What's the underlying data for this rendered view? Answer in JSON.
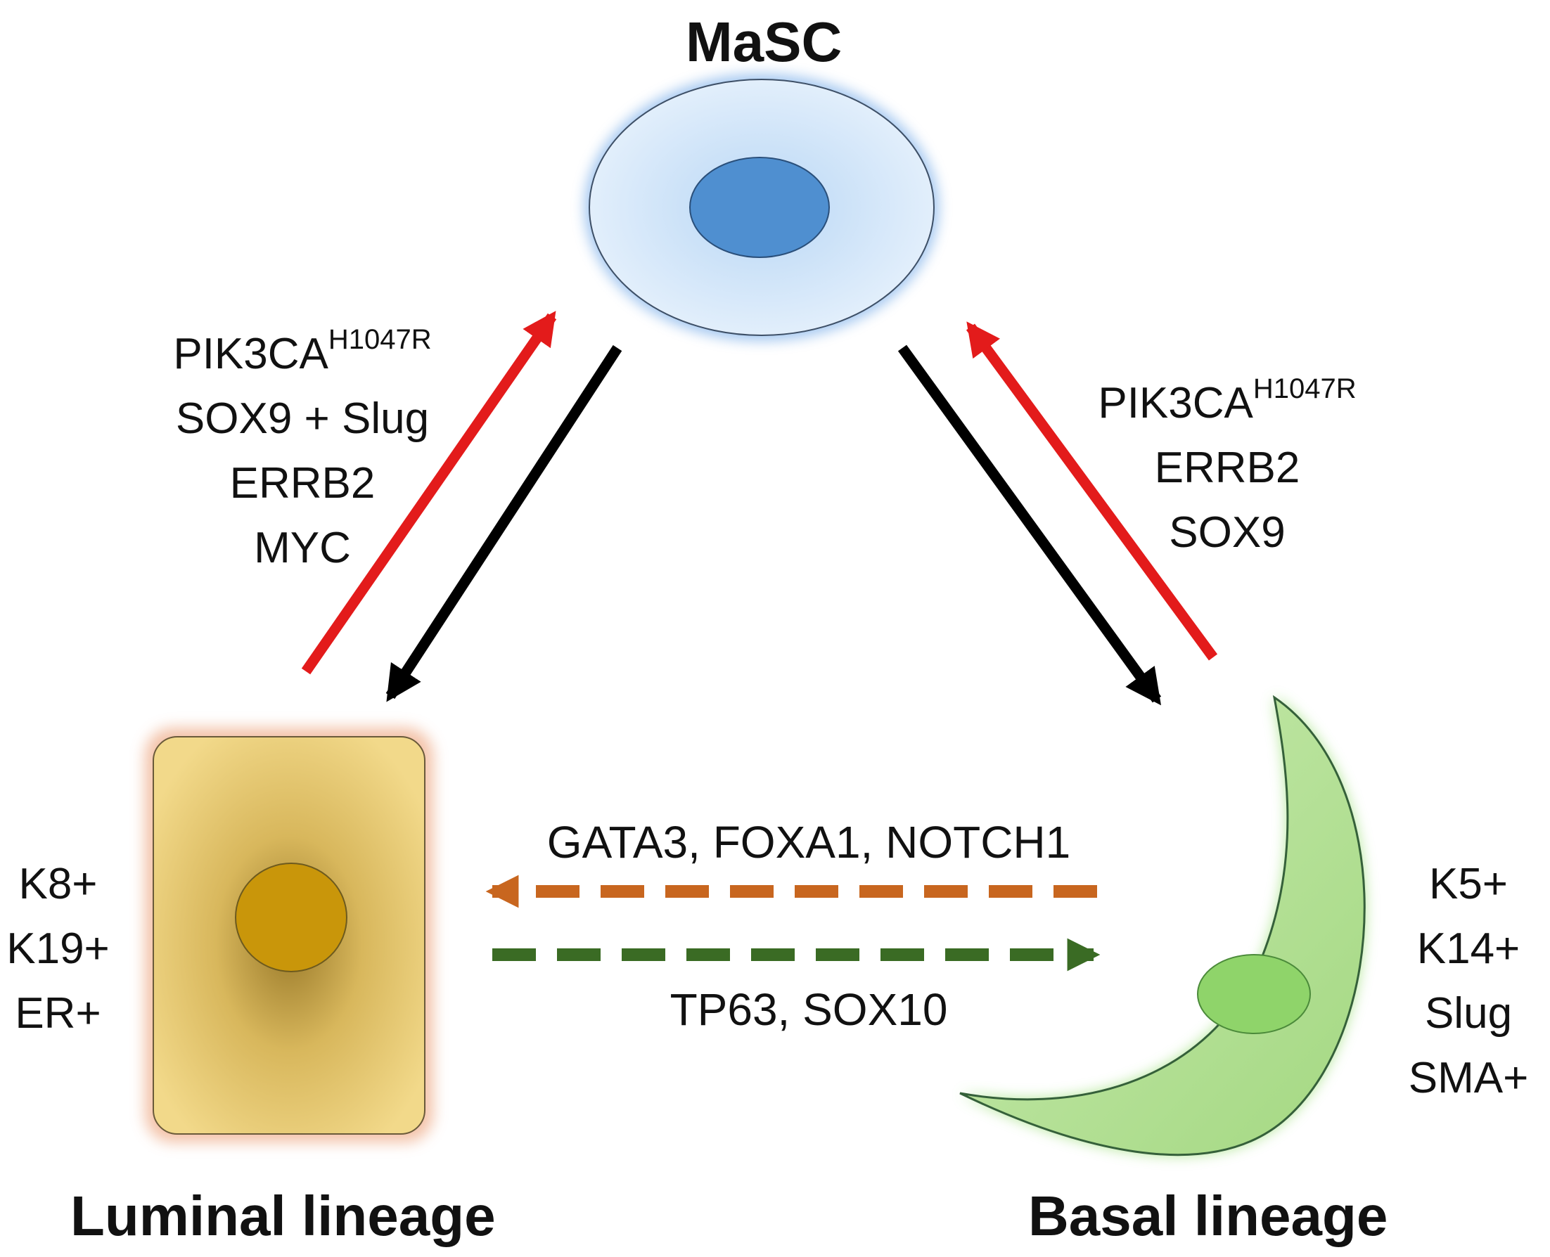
{
  "nodes": {
    "masc": {
      "title": "MaSC"
    },
    "luminal": {
      "title": "Luminal lineage",
      "markers": [
        "K8+",
        "K19+",
        "ER+"
      ]
    },
    "basal": {
      "title": "Basal lineage",
      "markers": [
        "K5+",
        "K14+",
        "Slug",
        "SMA+"
      ]
    }
  },
  "edges": {
    "luminal_to_masc": {
      "factor1": "PIK3CA",
      "factor1_sup": "H1047R",
      "factor2": "SOX9 + Slug",
      "factor3": "ERRB2",
      "factor4": "MYC",
      "color": "#e31b1b"
    },
    "basal_to_masc": {
      "factor1": "PIK3CA",
      "factor1_sup": "H1047R",
      "factor2": "ERRB2",
      "factor3": "SOX9",
      "color": "#e31b1b"
    },
    "basal_to_luminal": {
      "label": "GATA3, FOXA1, NOTCH1",
      "color": "#c8661f"
    },
    "luminal_to_basal": {
      "label": "TP63, SOX10",
      "color": "#3a6b24"
    },
    "masc_to_lineages_color": "#000000"
  },
  "colors": {
    "masc_cell": "#cfe3f8",
    "masc_nucleus": "#4f8fd0",
    "luminal_cell": "#eed27c",
    "luminal_nucleus": "#c9960a",
    "basal_cell": "#b9e39d",
    "basal_nucleus": "#8fd46a"
  }
}
